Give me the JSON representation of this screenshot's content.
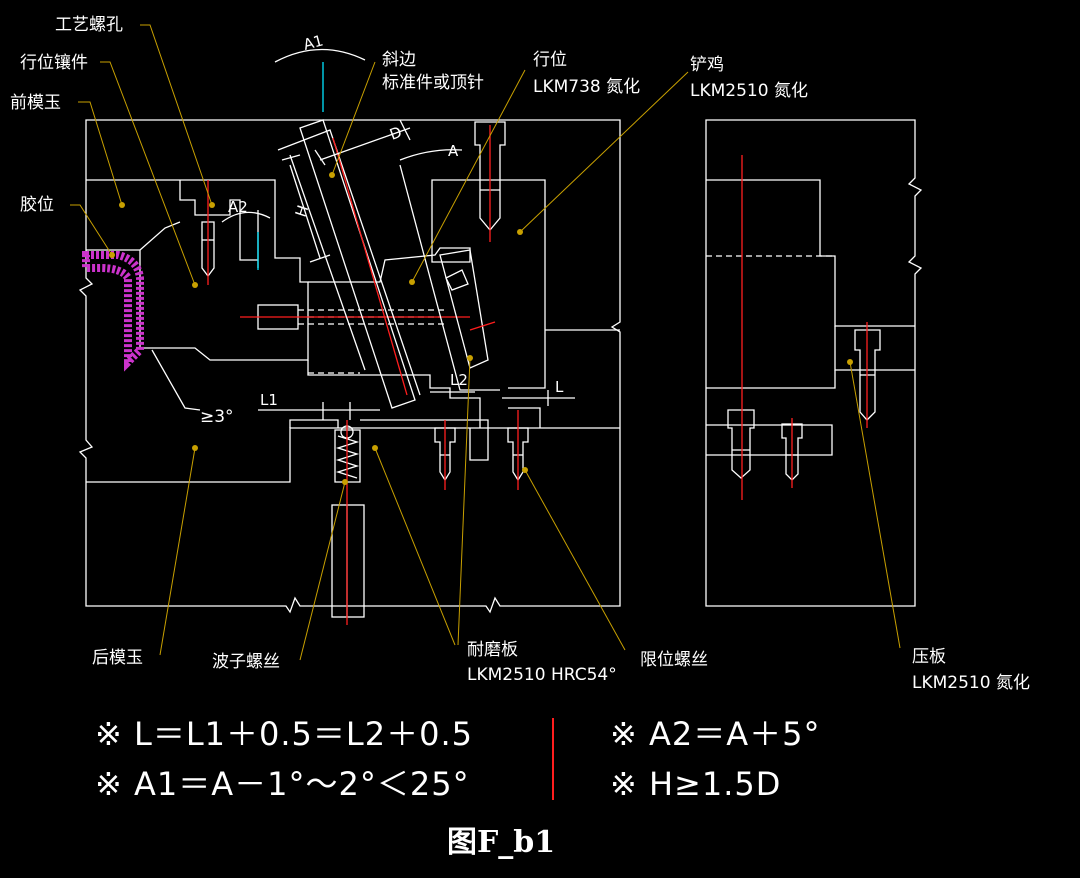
{
  "labels": {
    "process_screw_hole": "工艺螺孔",
    "slide_insert": "行位镶件",
    "front_core": "前模玉",
    "product_position": "胶位",
    "angle_edge": "斜边",
    "angle_edge_sub": "标准件或顶针",
    "slide": "行位",
    "slide_material": "LKM738  氮化",
    "wedge": "铲鸡",
    "wedge_material": "LKM2510  氮化",
    "rear_core": "后模玉",
    "ball_screw": "波子螺丝",
    "wear_plate": "耐磨板",
    "wear_plate_material": "LKM2510  HRC54°",
    "limit_screw": "限位螺丝",
    "clamp_plate": "压板",
    "clamp_plate_material": "LKM2510  氮化",
    "angle_min": "≥3°"
  },
  "dimensions": {
    "a1": "A1",
    "a2": "A2",
    "a": "A",
    "d": "D",
    "h": "H",
    "l1": "L1",
    "l2": "L2",
    "l": "L"
  },
  "formulas": {
    "f1": "※  L＝L1＋0.5＝L2＋0.5",
    "f2": "※  A1＝A－1°～2°＜25°",
    "f3": "※  A2＝A＋5°",
    "f4": "※  H≥1.5D"
  },
  "caption": "图F_b1",
  "colors": {
    "background": "#000000",
    "outline": "#ffffff",
    "centerline": "#ff1e1e",
    "leader": "#c8a000",
    "product": "#cc33cc",
    "dimension_ref": "#00e5ff"
  }
}
